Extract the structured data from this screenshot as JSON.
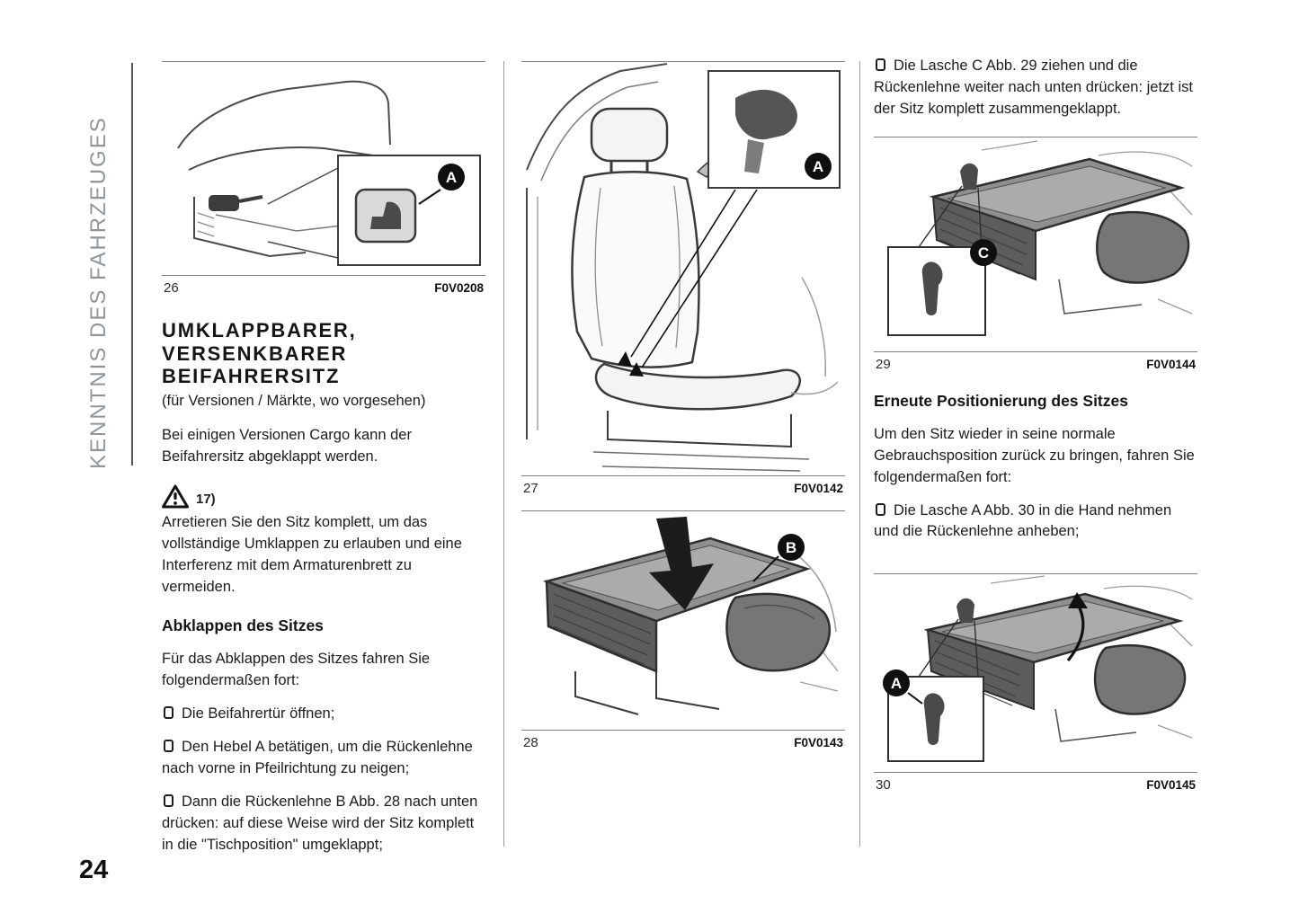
{
  "sidebar": {
    "title": "KENNTNIS DES FAHRZEUGES"
  },
  "page": {
    "number": "24"
  },
  "column1": {
    "figure26": {
      "number": "26",
      "code": "F0V0208",
      "callout": "A"
    },
    "heading_lines": [
      "UMKLAPPBARER,",
      "VERSENKBARER",
      "BEIFAHRERSITZ"
    ],
    "subtitle": "(für Versionen / Märkte, wo vorgesehen)",
    "intro": "Bei einigen Versionen Cargo kann der Beifahrersitz abgeklappt werden.",
    "warning_ref": "17)",
    "warning_text": "Arretieren Sie den Sitz komplett, um das vollständige Umklappen zu erlauben und eine Interferenz mit dem Armaturenbrett zu vermeiden.",
    "subheading": "Abklappen des Sitzes",
    "procedure_intro": "Für das Abklappen des Sitzes fahren Sie folgendermaßen fort:",
    "steps": [
      "Die Beifahrertür öffnen;",
      "Den Hebel A betätigen, um die Rückenlehne nach vorne in Pfeilrichtung zu neigen;",
      "Dann die Rückenlehne B Abb. 28 nach unten drücken: auf diese Weise wird der Sitz komplett in die \"Tischposition\" umgeklappt;"
    ]
  },
  "column2": {
    "figure27": {
      "number": "27",
      "code": "F0V0142",
      "callout": "A"
    },
    "figure28": {
      "number": "28",
      "code": "F0V0143",
      "callout": "B"
    }
  },
  "column3": {
    "step_continue": "Die Lasche C Abb. 29 ziehen und die Rückenlehne weiter nach unten drücken: jetzt ist der Sitz komplett zusammengeklappt.",
    "figure29": {
      "number": "29",
      "code": "F0V0144",
      "callout": "C"
    },
    "heading": "Erneute Positionierung des Sitzes",
    "intro": "Um den Sitz wieder in seine normale Gebrauchsposition zurück zu bringen, fahren Sie folgendermaßen fort:",
    "steps": [
      "Die Lasche A Abb. 30 in die Hand nehmen und die Rückenlehne anheben;"
    ]
  }
}
